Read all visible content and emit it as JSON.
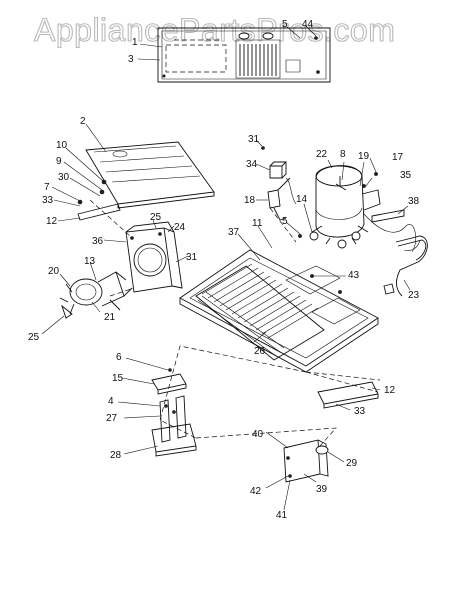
{
  "watermark": {
    "text": "AppliancePartsPros.com"
  },
  "callouts": [
    {
      "id": "c1",
      "label": "1"
    },
    {
      "id": "c3",
      "label": "3"
    },
    {
      "id": "c5a",
      "label": "5"
    },
    {
      "id": "c44",
      "label": "44"
    },
    {
      "id": "c2",
      "label": "2"
    },
    {
      "id": "c10",
      "label": "10"
    },
    {
      "id": "c9",
      "label": "9"
    },
    {
      "id": "c30",
      "label": "30"
    },
    {
      "id": "c7",
      "label": "7"
    },
    {
      "id": "c33a",
      "label": "33"
    },
    {
      "id": "c12a",
      "label": "12"
    },
    {
      "id": "c36",
      "label": "36"
    },
    {
      "id": "c25a",
      "label": "25"
    },
    {
      "id": "c24",
      "label": "24"
    },
    {
      "id": "c31a",
      "label": "31"
    },
    {
      "id": "c34",
      "label": "34"
    },
    {
      "id": "c18",
      "label": "18"
    },
    {
      "id": "c22",
      "label": "22"
    },
    {
      "id": "c8",
      "label": "8"
    },
    {
      "id": "c19",
      "label": "19"
    },
    {
      "id": "c17",
      "label": "17"
    },
    {
      "id": "c35",
      "label": "35"
    },
    {
      "id": "c14",
      "label": "14"
    },
    {
      "id": "c38",
      "label": "38"
    },
    {
      "id": "c11",
      "label": "11"
    },
    {
      "id": "c5b",
      "label": "5"
    },
    {
      "id": "c37",
      "label": "37"
    },
    {
      "id": "c31b",
      "label": "31"
    },
    {
      "id": "c43",
      "label": "43"
    },
    {
      "id": "c20",
      "label": "20"
    },
    {
      "id": "c13",
      "label": "13"
    },
    {
      "id": "c21",
      "label": "21"
    },
    {
      "id": "c25b",
      "label": "25"
    },
    {
      "id": "c26",
      "label": "26"
    },
    {
      "id": "c23",
      "label": "23"
    },
    {
      "id": "c6",
      "label": "6"
    },
    {
      "id": "c15",
      "label": "15"
    },
    {
      "id": "c4",
      "label": "4"
    },
    {
      "id": "c27",
      "label": "27"
    },
    {
      "id": "c28",
      "label": "28"
    },
    {
      "id": "c12b",
      "label": "12"
    },
    {
      "id": "c33b",
      "label": "33"
    },
    {
      "id": "c40",
      "label": "40"
    },
    {
      "id": "c29",
      "label": "29"
    },
    {
      "id": "c42",
      "label": "42"
    },
    {
      "id": "c39",
      "label": "39"
    },
    {
      "id": "c41",
      "label": "41"
    }
  ]
}
